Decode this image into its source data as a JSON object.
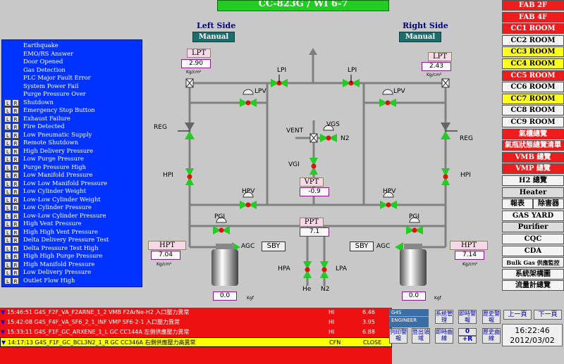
{
  "title": "CC-823G  /  WI 6-7",
  "left_side": {
    "title": "Left Side",
    "mode": "Manual"
  },
  "right_side": {
    "title": "Right Side",
    "mode": "Manual"
  },
  "alarms": [
    {
      "label": "Earthquake",
      "lr": false
    },
    {
      "label": "EMO/RS Answer",
      "lr": false
    },
    {
      "label": "Door Opened",
      "lr": false
    },
    {
      "label": "Gas Detection",
      "lr": false
    },
    {
      "label": "PLC Major Fault Error",
      "lr": false
    },
    {
      "label": "System Power Fail",
      "lr": false
    },
    {
      "label": "Purge Pressure Over",
      "lr": false
    },
    {
      "label": "Shutdown",
      "lr": true
    },
    {
      "label": "Emergency Stop Button",
      "lr": true
    },
    {
      "label": "Exhaust Failure",
      "lr": true
    },
    {
      "label": "Fire Detected",
      "lr": true
    },
    {
      "label": "Low Pneumatic Supply",
      "lr": true
    },
    {
      "label": "Remote Shutdown",
      "lr": true
    },
    {
      "label": "High Delivery Pressure",
      "lr": true
    },
    {
      "label": "Low Purge Pressure",
      "lr": true
    },
    {
      "label": "Purge Pressure High",
      "lr": true
    },
    {
      "label": "Low Manifold Pressure",
      "lr": true
    },
    {
      "label": "Low Low Manifold Pressure",
      "lr": true
    },
    {
      "label": "Low Cylinder Weight",
      "lr": true
    },
    {
      "label": "Low-Low Cylinder Weight",
      "lr": true
    },
    {
      "label": "Low Cylinder Pressure",
      "lr": true
    },
    {
      "label": "Low-Low Cylinder Pressure",
      "lr": true
    },
    {
      "label": "High Vent Pressure",
      "lr": true
    },
    {
      "label": "High High Vent Pressure",
      "lr": true
    },
    {
      "label": "Delta Delivery Pressure Test",
      "lr": true
    },
    {
      "label": "Delta Pressure Test High",
      "lr": true
    },
    {
      "label": "High High Purge Pressure",
      "lr": true
    },
    {
      "label": "High Manifold Pressure",
      "lr": true
    },
    {
      "label": "Low Delivery Pressure",
      "lr": true
    },
    {
      "label": "Outlet Flow High",
      "lr": true
    }
  ],
  "lr_labels": {
    "l": "L",
    "r": "R"
  },
  "nav": [
    {
      "label": "FAB 2F",
      "style": "red"
    },
    {
      "label": "FAB 4F",
      "style": "red"
    },
    {
      "label": "CC1 ROOM",
      "style": "red"
    },
    {
      "label": "CC2 ROOM",
      "style": "white"
    },
    {
      "label": "CC3 ROOM",
      "style": "yellow"
    },
    {
      "label": "CC4 ROOM",
      "style": "yellow"
    },
    {
      "label": "CC5 ROOM",
      "style": "red"
    },
    {
      "label": "CC6 ROOM",
      "style": "white"
    },
    {
      "label": "CC7 ROOM",
      "style": "yellow"
    },
    {
      "label": "CC8 ROOM",
      "style": "white"
    },
    {
      "label": "CC9 ROOM",
      "style": "white"
    },
    {
      "label": "氣櫃總覽",
      "style": "red"
    },
    {
      "label": "氣瓶狀態總覽清單",
      "style": "red"
    },
    {
      "label": "VMB 總覽",
      "style": "red"
    },
    {
      "label": "VMP 總覽",
      "style": "red"
    },
    {
      "label": "H2 總覽",
      "style": "white"
    },
    {
      "label": "Heater",
      "style": "gray"
    },
    {
      "label": "GAS YARD",
      "style": "white"
    },
    {
      "label": "Purifier",
      "style": "gray"
    },
    {
      "label": "CQC",
      "style": "white"
    },
    {
      "label": "CDA",
      "style": "white"
    },
    {
      "label": "Bulk Gas 供應監控",
      "style": "white"
    },
    {
      "label": "系統架構圖",
      "style": "white"
    },
    {
      "label": "流量計總覽",
      "style": "white"
    }
  ],
  "nav_split": {
    "left": "報表",
    "right": "除害器"
  },
  "diagram": {
    "lpt_left": {
      "label": "LPT",
      "value": "2.90",
      "unit": "Kg/cm²"
    },
    "lpt_right": {
      "label": "LPT",
      "value": "2.43",
      "unit": "Kg/cm²"
    },
    "hpt_left": {
      "label": "HPT",
      "value": "7.04",
      "unit": "Kg/cm²"
    },
    "hpt_right": {
      "label": "HPT",
      "value": "7.14",
      "unit": "Kg/cm²"
    },
    "vpt": {
      "label": "VPT",
      "value": "-0.9"
    },
    "ppt": {
      "label": "PPT",
      "value": "7.1"
    },
    "weight_left": {
      "value": "0.0",
      "unit": "Kgf"
    },
    "weight_right": {
      "value": "0.0",
      "unit": "Kgf"
    },
    "valves": {
      "lpi": "LPI",
      "lpv": "LPV",
      "reg": "REG",
      "hpi": "HPI",
      "hpv": "HPV",
      "pgi": "PGI",
      "agc": "AGC",
      "vgs": "VGS",
      "vgi": "VGI",
      "vent": "VENT",
      "n2": "N2",
      "hpa": "HPA",
      "lpa": "LPA",
      "he": "He",
      "sby": "SBY"
    }
  },
  "events": [
    {
      "msg": "15:46:51 G4S_F2F_VA_F2ARNE_1_2 VMB F2ArNe-H2 入口壓力異常",
      "code": "HI",
      "val": "6.46",
      "selected": false
    },
    {
      "msg": "15:42:08 G4S_F4F_VA_SF6_2_1_INF VMP SF6-2-1 入口壓力異常",
      "code": "HI",
      "val": "3.95",
      "selected": false
    },
    {
      "msg": "15:33:11 G4S_F1F_GC_ARXENE_1_L GC CC144A 左側供應壓力異常",
      "code": "HI",
      "val": "6.88",
      "selected": false
    },
    {
      "msg": "14:17:13 G4S_F1F_GC_BCL3N2_1_R GC CC346A 右側供應壓力高異常",
      "code": "CFN",
      "val": "CLOSE",
      "selected": true
    }
  ],
  "user": {
    "area": "G4S",
    "role": "ENGINEER"
  },
  "controls": {
    "sys_manage": "系統管理",
    "instant_alarm": "即時警報",
    "history_alarm": "歷史警報",
    "print_alarm": "列印警報",
    "exit_system": "登出領域",
    "instant_curve": "即時曲線",
    "zero": "0",
    "plus_r": "+R",
    "history_curve": "歷史曲線",
    "prev_page": "上一頁",
    "next_page": "下一頁"
  },
  "clock": {
    "time": "16:22:46",
    "date": "2012/03/02"
  }
}
